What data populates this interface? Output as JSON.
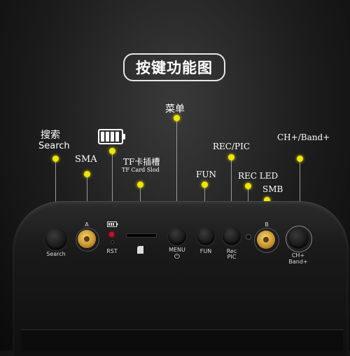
{
  "title": "按键功能图",
  "callouts": {
    "search_cn": "搜索",
    "search_en": "Search",
    "sma": "SMA",
    "tf_cn": "TF卡插槽",
    "tf_en": "TF Card Slod",
    "menu": "菜单",
    "fun": "FUN",
    "rec_pic": "REC/PIC",
    "rec_led": "REC LED",
    "smb": "SMB",
    "ch_band": "CH+/Band+"
  },
  "device_labels": {
    "search": "Search",
    "a": "A",
    "rst": "RST",
    "menu": "MENU",
    "power_glyph": "⏻",
    "fun": "FUN",
    "rec": "Rec",
    "pic": "PIC",
    "b": "B",
    "ch": "CH+",
    "band": "Band+"
  },
  "colors": {
    "callout_dot": "#f1e600",
    "rst_led": "#c8102e",
    "battery_icon": "#ffffff"
  }
}
